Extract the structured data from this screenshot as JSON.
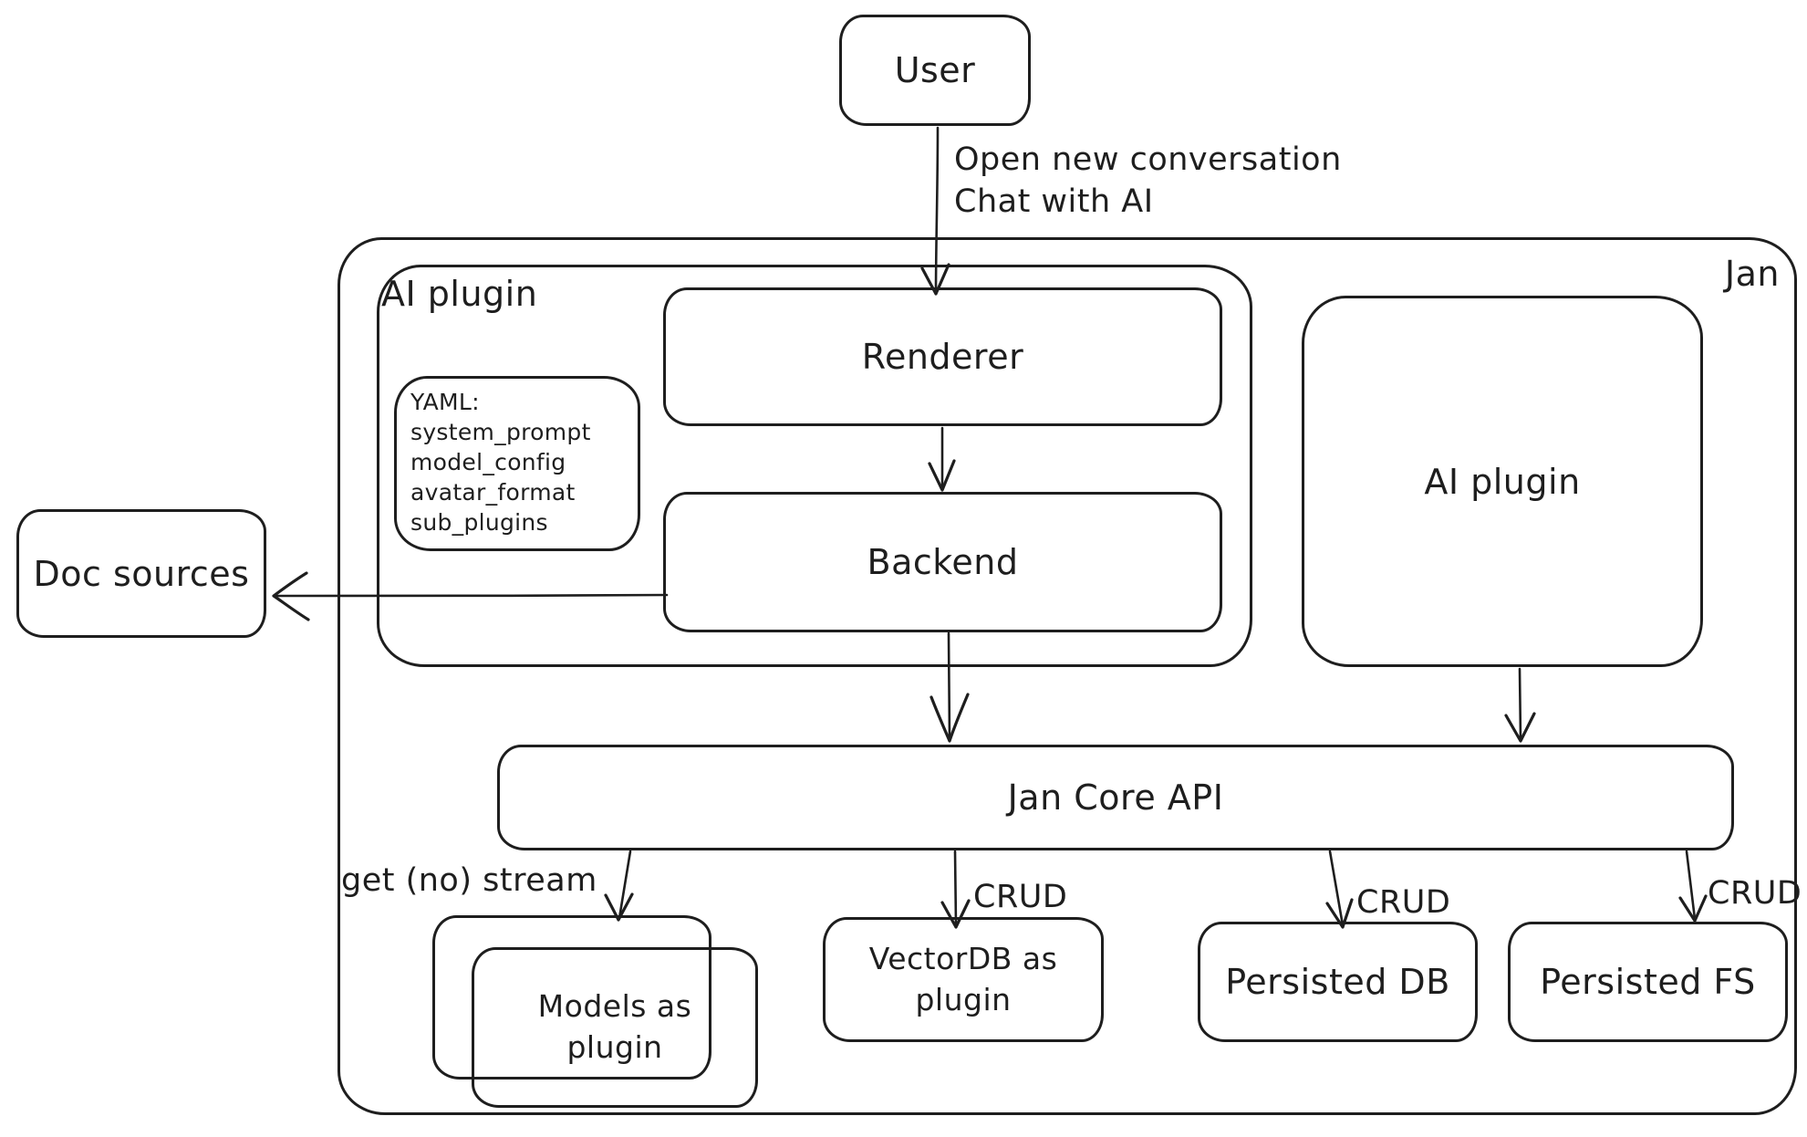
{
  "colors": {
    "stroke": "#1e1e1e",
    "background": "#ffffff"
  },
  "nodes": {
    "user": {
      "label": "User"
    },
    "jan_container": {
      "label": "Jan"
    },
    "ai_plugin_container": {
      "label": "AI plugin"
    },
    "renderer": {
      "label": "Renderer"
    },
    "backend": {
      "label": "Backend"
    },
    "yaml_note": {
      "lines": [
        "YAML:",
        "system_prompt",
        "model_config",
        "avatar_format",
        "sub_plugins"
      ]
    },
    "ai_plugin_right": {
      "label": "AI plugin"
    },
    "doc_sources": {
      "label": "Doc sources"
    },
    "jan_core_api": {
      "label": "Jan Core API"
    },
    "models_as_plugin": {
      "label": "Models as plugin"
    },
    "vectordb_as_plugin": {
      "label": "VectorDB as plugin"
    },
    "persisted_db": {
      "label": "Persisted DB"
    },
    "persisted_fs": {
      "label": "Persisted FS"
    }
  },
  "edges": {
    "user_to_renderer": {
      "label_lines": [
        "Open new conversation",
        "Chat with AI"
      ]
    },
    "jan_core_to_models": {
      "label": "get (no) stream"
    },
    "jan_core_to_vectordb": {
      "label": "CRUD"
    },
    "jan_core_to_persisted_db": {
      "label": "CRUD"
    },
    "jan_core_to_persisted_fs": {
      "label": "CRUD"
    }
  }
}
